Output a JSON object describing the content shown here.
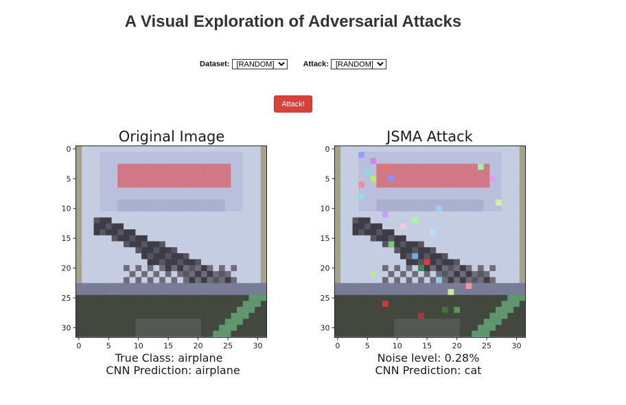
{
  "header": {
    "title": "A Visual Exploration of Adversarial Attacks"
  },
  "controls": {
    "dataset_label": "Dataset:",
    "dataset_value": "[RANDOM]",
    "attack_label": "Attack:",
    "attack_value": "[RANDOM]",
    "attack_button": "Attack!"
  },
  "plots": {
    "original": {
      "title": "Original Image",
      "caption_line1": "True Class: airplane",
      "caption_line2": "CNN Prediction: airplane"
    },
    "attack": {
      "title": "JSMA Attack",
      "caption_line1": "Noise level: 0.28%",
      "caption_line2": "CNN Prediction: cat"
    },
    "x_ticks": [
      "0",
      "5",
      "10",
      "15",
      "20",
      "25",
      "30"
    ],
    "y_ticks": [
      "0",
      "5",
      "10",
      "15",
      "20",
      "25",
      "30"
    ]
  },
  "colors": {
    "attack_button": "#d9413b"
  }
}
